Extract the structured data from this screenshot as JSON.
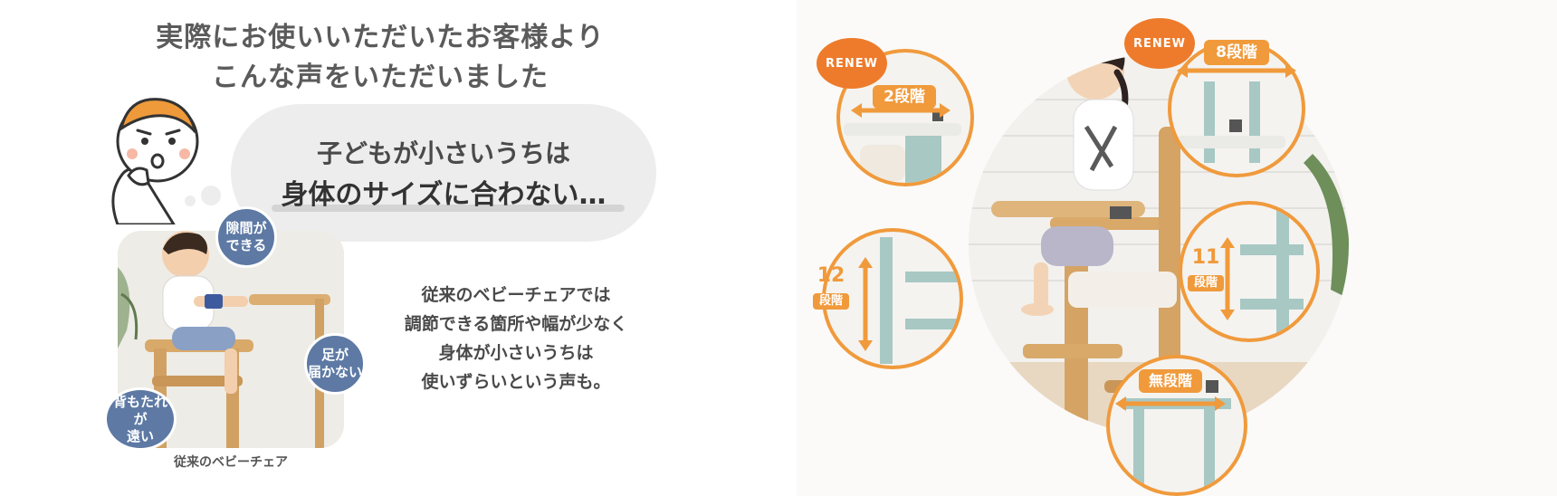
{
  "left": {
    "headline_line1": "実際にお使いいただいたお客様より",
    "headline_line2": "こんな声をいただいました",
    "speech_line1": "子どもが小さいうちは",
    "speech_line2": "身体のサイズに合わない…",
    "badge_gap_line1": "隙間が",
    "badge_gap_line2": "できる",
    "badge_foot_line1": "足が",
    "badge_foot_line2": "届かない",
    "badge_back_line1": "背もたれが",
    "badge_back_line2": "遠い",
    "photo_caption": "従来のベビーチェア",
    "body_line1": "従来のベビーチェアでは",
    "body_line2": "調節できる箇所や幅が少なく",
    "body_line3": "身体が小さいうちは",
    "body_line4": "使いずらいという声も。"
  },
  "right": {
    "renew_label_1": "RENEW",
    "renew_label_2": "RENEW",
    "tray_steps": "2段階",
    "width_steps": "8段階",
    "seat_height_num": "12",
    "seat_height_unit": "段階",
    "footrest_num": "11",
    "footrest_unit": "段階",
    "stepless": "無段階"
  },
  "colors": {
    "accent_orange": "#f09a3c",
    "badge_blue": "#5d79a4",
    "chair_wood": "#d9a96a",
    "chair_mint": "#a8c8c4"
  }
}
